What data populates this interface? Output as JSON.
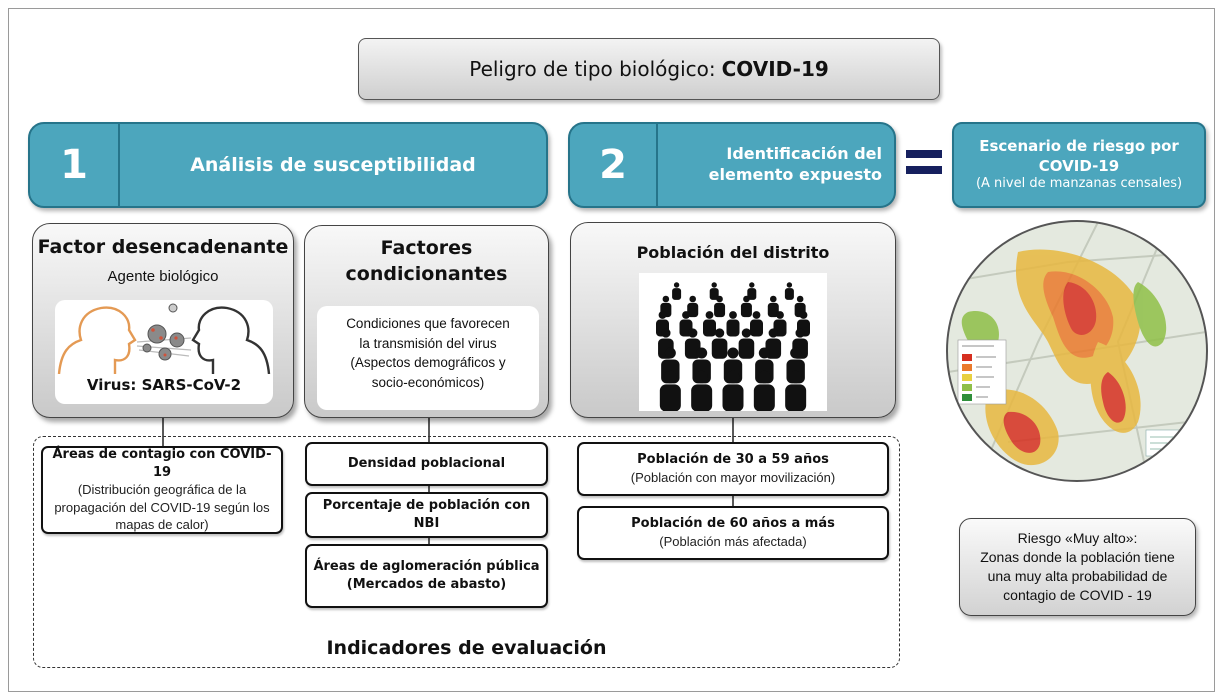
{
  "header": {
    "title_prefix": "Peligro de tipo biológico:",
    "title_bold": "COVID-19"
  },
  "step1": {
    "number": "1",
    "label": "Análisis de susceptibilidad"
  },
  "step2": {
    "number": "2",
    "line1": "Identificación del",
    "line2": "elemento expuesto"
  },
  "scenario": {
    "line1": "Escenario de riesgo por",
    "line2": "COVID-19",
    "line3": "(A nivel de manzanas censales)"
  },
  "trigger": {
    "title": "Factor desencadenante",
    "subtitle": "Agente biológico",
    "virus": "Virus: SARS-CoV-2"
  },
  "conditioning": {
    "title_line1": "Factores",
    "title_line2": "condicionantes",
    "desc": [
      "Condiciones que favorecen",
      "la transmisión del virus",
      "(Aspectos demográficos y",
      "socio-económicos)"
    ]
  },
  "population": {
    "title": "Población del distrito"
  },
  "indicators": {
    "contagion": {
      "title": "Áreas de contagio con COVID-19",
      "desc": [
        "(Distribución geográfica de la",
        "propagación del COVID-19 según los",
        "mapas de calor)"
      ]
    },
    "density": {
      "title": "Densidad poblacional"
    },
    "nbi": {
      "title": "Porcentaje de población con NBI"
    },
    "crowds": {
      "title": "Áreas de aglomeración pública",
      "desc": "(Mercados de abasto)"
    },
    "pop30": {
      "title": "Población de 30 a 59 años",
      "desc": "(Población con mayor movilización)"
    },
    "pop60": {
      "title": "Población de 60 años a más",
      "desc": "(Población más afectada)"
    },
    "label": "Indicadores de evaluación"
  },
  "risk": {
    "title": "Riesgo «Muy alto»:",
    "desc": [
      "Zonas donde la población tiene",
      "una muy alta probabilidad de",
      "contagio de COVID - 19"
    ]
  },
  "colors": {
    "teal": "#4ca6bd",
    "teal_border": "#26748a",
    "equals": "#16205e"
  }
}
